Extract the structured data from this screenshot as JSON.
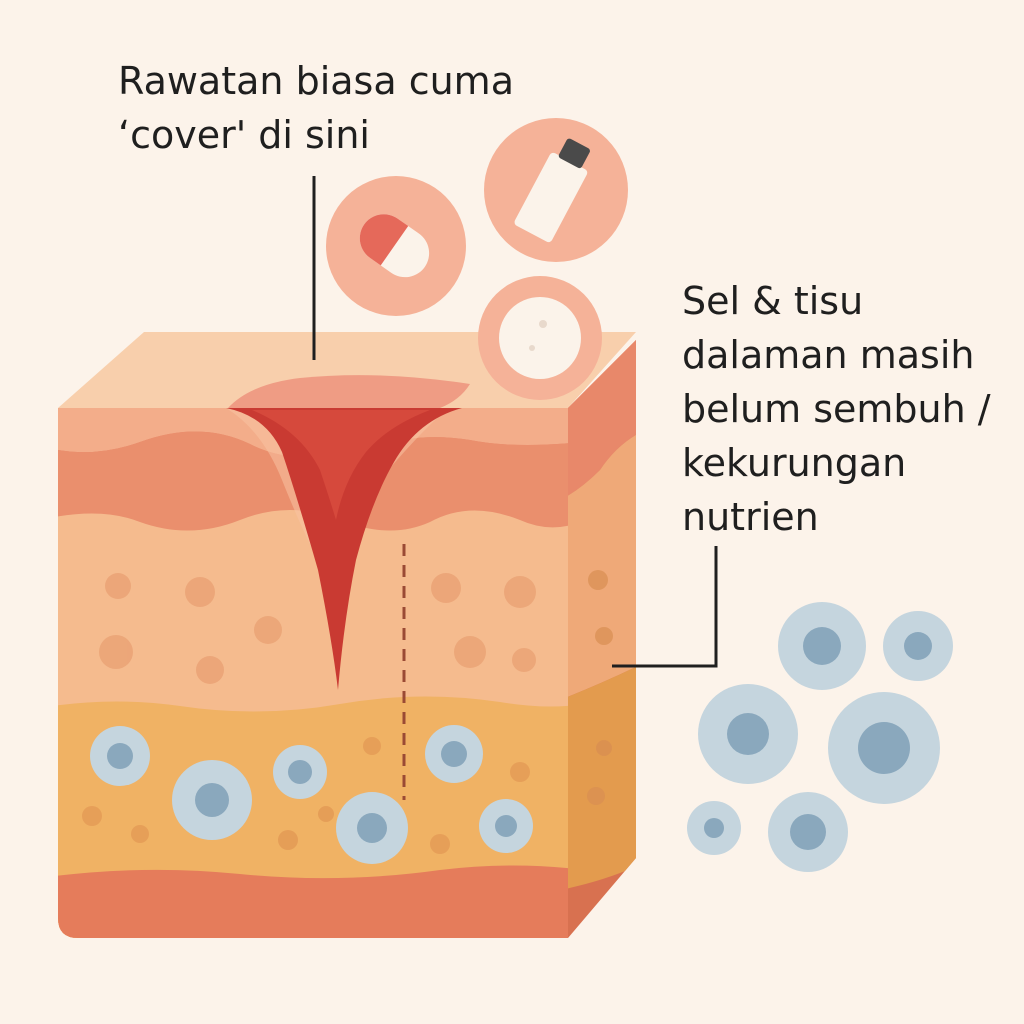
{
  "annotations": {
    "surface_label": {
      "lines": [
        "Rawatan biasa cuma",
        "‘cover' di sini"
      ]
    },
    "deep_label": {
      "lines": [
        "Sel & tisu",
        "dalaman masih",
        "belum sembuh /",
        "kekurungan",
        "nutrien"
      ]
    }
  },
  "icons": [
    "capsule-icon",
    "cream-tube-icon",
    "cotton-pad-icon"
  ],
  "colors": {
    "background": "#fcf3ea",
    "epidermis_top": "#f7cba8",
    "dermis_band": "#e8886a",
    "tissue_layer": "#f4b889",
    "fat_layer": "#f0b264",
    "base_layer": "#e57c5b",
    "wound": "#c93a32",
    "cell_outer": "#c5d5de",
    "cell_inner": "#8aa8bd",
    "icon_circle": "#f5b298"
  }
}
